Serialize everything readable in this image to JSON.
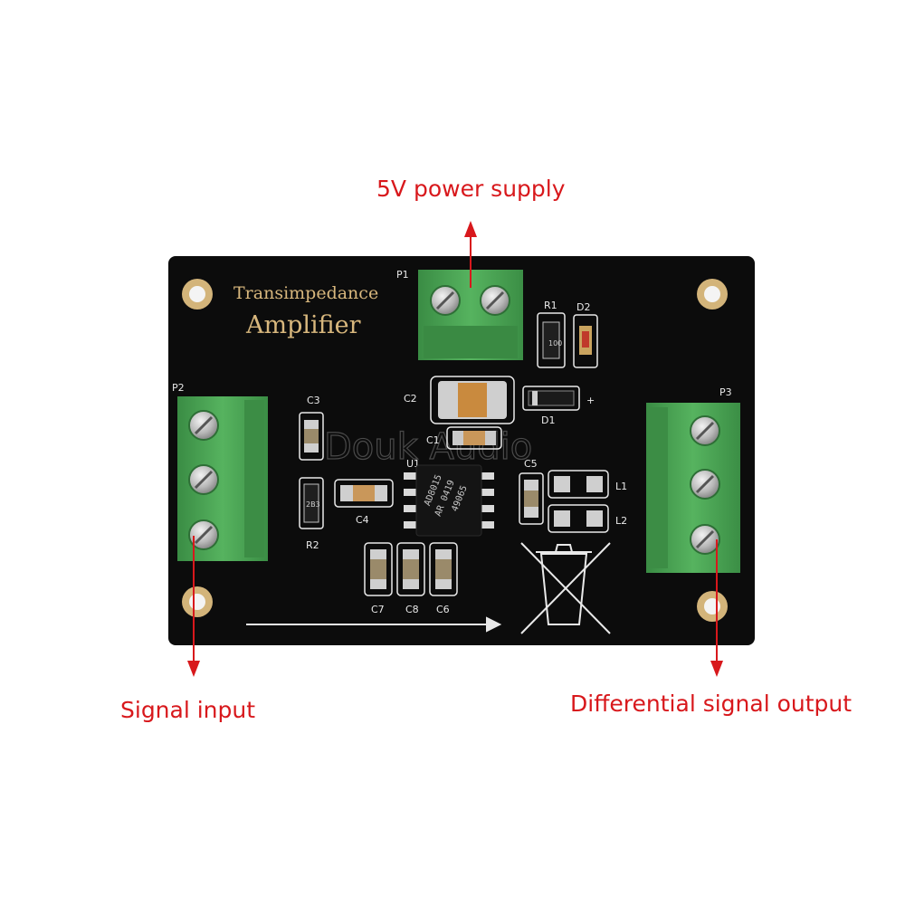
{
  "callouts": {
    "power": "5V power supply",
    "input": "Signal input",
    "output": "Differential signal output"
  },
  "board": {
    "title_line1": "Transimpedance",
    "title_line2": "Amplifier",
    "chip_line1": "AD8015",
    "chip_line2": "AR 0419",
    "chip_line3": "49065",
    "watermark": "Douk Audio",
    "labels": {
      "p1": "P1",
      "p2": "P2",
      "p3": "P3",
      "r1": "R1",
      "r2": "R2",
      "d1": "D1",
      "d2": "D2",
      "c1": "C1",
      "c2": "C2",
      "c3": "C3",
      "c4": "C4",
      "c5": "C5",
      "c6": "C6",
      "c7": "C7",
      "c8": "C8",
      "u1": "U1",
      "l1": "L1",
      "l2": "L2",
      "plus": "+",
      "r1_code": "100",
      "r2_code": "2B3"
    }
  },
  "colors": {
    "callout_red": "#d8181c",
    "pcb_black": "#0c0c0c",
    "terminal_green": "#4aa553",
    "pad_gold": "#d3b47a"
  }
}
